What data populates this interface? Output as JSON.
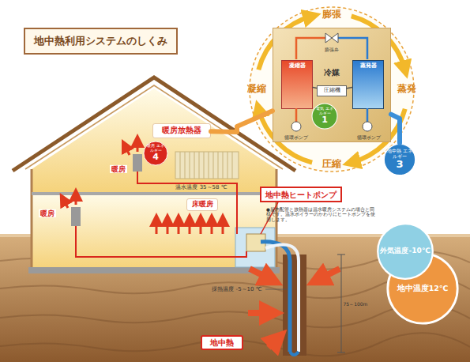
{
  "diagram": {
    "title": "地中熱利用システムのしくみ",
    "nodes": [
      {
        "text": [
          "冷媒"
        ]
      },
      {
        "text": [
          "凝縮器"
        ],
        "in": 0
      },
      {
        "text": [
          "圧縮機"
        ],
        "in": 0
      },
      {
        "text": [
          "蒸発器"
        ],
        "in": 0
      },
      {
        "text": [
          "電気 エネルギー",
          "1"
        ],
        "in": 0
      },
      {
        "text": [
          "暖房放熱器"
        ]
      },
      {
        "text": [
          "暖房 エネルギー",
          "4"
        ]
      },
      {
        "text": [
          "地中熱 エネルギー",
          "3"
        ]
      },
      {
        "text": [
          "床暖房"
        ]
      },
      {
        "text": [
          "地中熱ヒートポンプ"
        ]
      },
      {
        "text": [
          "外気温度-10℃"
        ]
      },
      {
        "text": [
          "地中温度12℃"
        ]
      },
      {
        "text": [
          "地中熱"
        ]
      }
    ],
    "edges": [
      {
        "from": 0,
        "to": 5,
        "arrow": "none"
      },
      {
        "from": 0,
        "to": 7,
        "arrow": "none"
      },
      {
        "from": 1,
        "to": 2,
        "arrow": "none"
      },
      {
        "from": 2,
        "to": 3,
        "arrow": "none"
      }
    ],
    "labels": [
      "膨張",
      "蒸発",
      "圧縮",
      "凝縮",
      "膨張弁",
      "循環ポンプ",
      "循環ポンプ",
      "暖房",
      "暖房",
      "温水温度 35～58 ℃",
      "●屋内配管と放熱器は温水暖房システムの場合と同様です。温水ボイラーのかわりにヒートポンプを使用します。",
      "採熱温度 -5～10 ℃",
      "75～100m"
    ]
  }
}
